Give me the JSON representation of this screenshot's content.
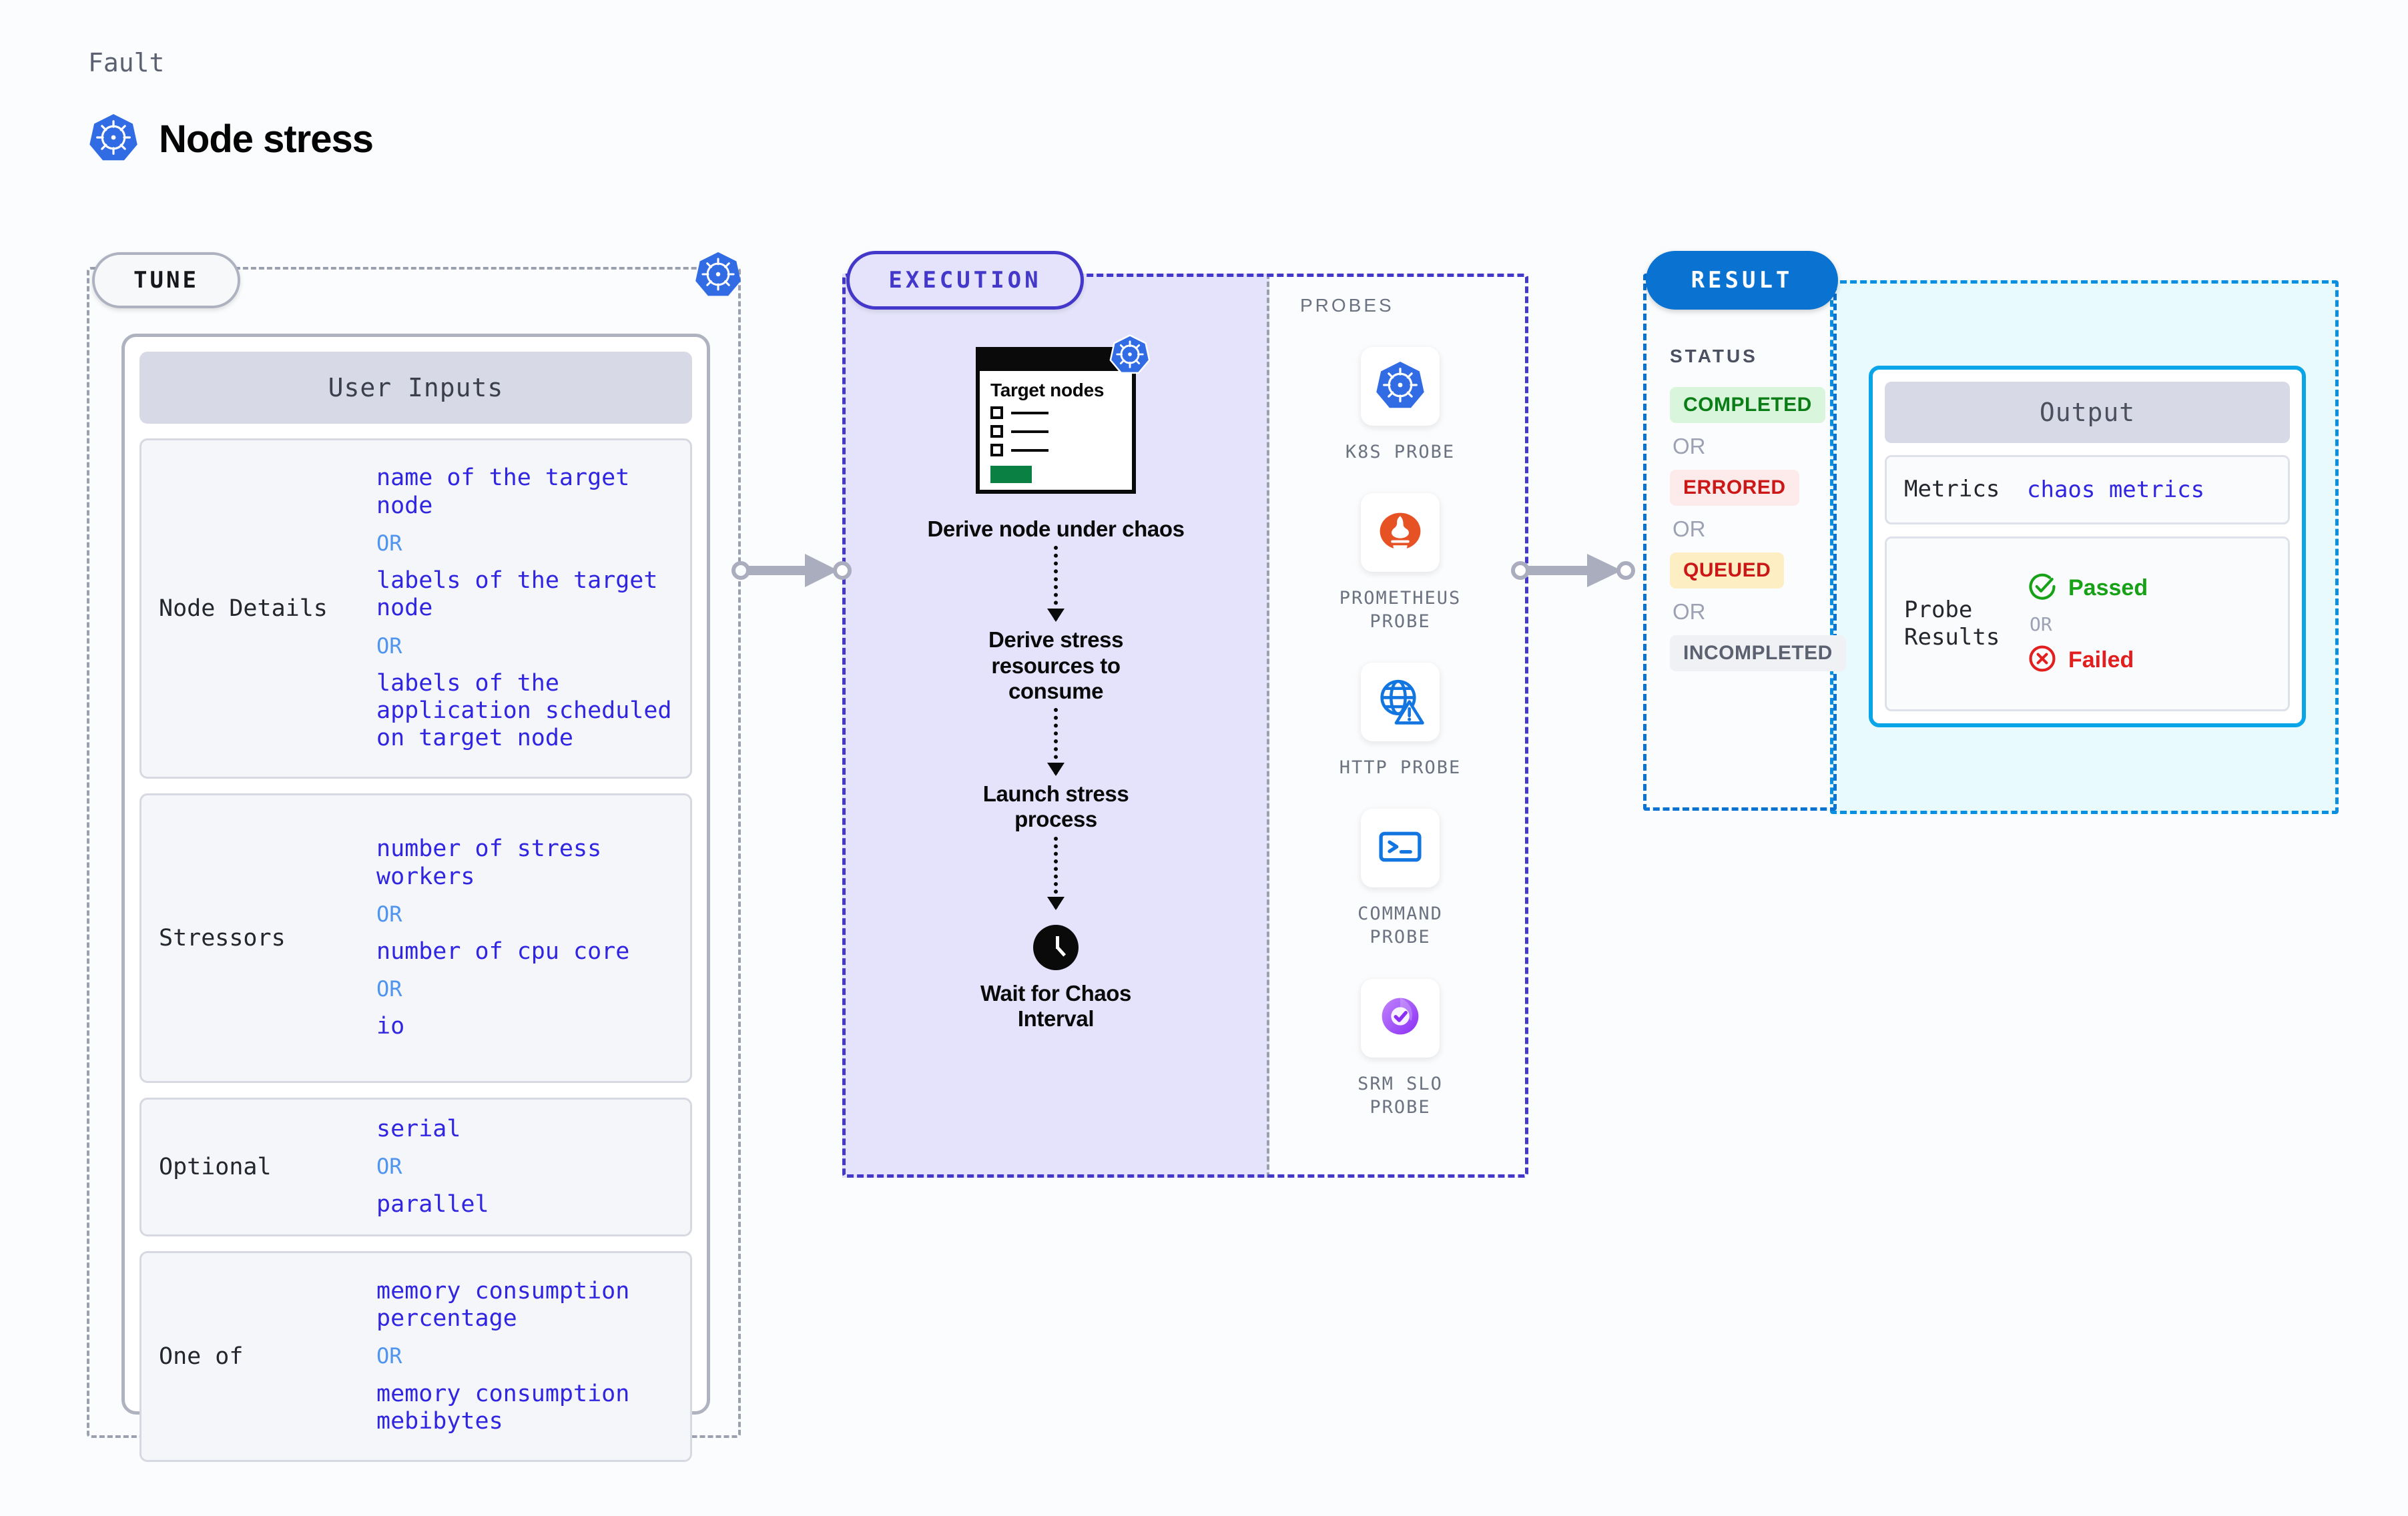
{
  "header": {
    "eyebrow": "Fault",
    "title": "Node stress",
    "icon": "kubernetes-icon"
  },
  "tune": {
    "pill_label": "TUNE",
    "badge_icon": "kubernetes-icon",
    "card_title": "User Inputs",
    "groups": [
      {
        "label": "Node Details",
        "items": [
          {
            "type": "value",
            "text": "name of the target node"
          },
          {
            "type": "or",
            "text": "OR"
          },
          {
            "type": "value",
            "text": "labels of the target node"
          },
          {
            "type": "or",
            "text": "OR"
          },
          {
            "type": "value",
            "text": "labels of the application scheduled on target node"
          }
        ]
      },
      {
        "label": "Stressors",
        "items": [
          {
            "type": "value",
            "text": "number of stress workers"
          },
          {
            "type": "or",
            "text": "OR"
          },
          {
            "type": "value",
            "text": "number of cpu core"
          },
          {
            "type": "or",
            "text": "OR"
          },
          {
            "type": "value",
            "text": "io"
          }
        ]
      },
      {
        "label": "Optional",
        "items": [
          {
            "type": "value",
            "text": "serial"
          },
          {
            "type": "or",
            "text": "OR"
          },
          {
            "type": "value",
            "text": "parallel"
          }
        ]
      },
      {
        "label": "One of",
        "items": [
          {
            "type": "value",
            "text": "memory consumption percentage"
          },
          {
            "type": "or",
            "text": "OR"
          },
          {
            "type": "value",
            "text": "memory consumption mebibytes"
          }
        ]
      }
    ]
  },
  "execution": {
    "pill_label": "EXECUTION",
    "card": {
      "title": "Target nodes",
      "badge_icon": "kubernetes-icon",
      "checkbox_rows": 3
    },
    "steps": [
      "Derive node under chaos",
      "Derive stress resources to consume",
      "Launch stress process",
      "Wait for Chaos Interval"
    ],
    "wait_icon": "clock-icon"
  },
  "probes": {
    "title": "PROBES",
    "items": [
      {
        "label": "K8S PROBE",
        "icon": "kubernetes-icon"
      },
      {
        "label": "PROMETHEUS PROBE",
        "icon": "prometheus-icon"
      },
      {
        "label": "HTTP PROBE",
        "icon": "globe-warning-icon"
      },
      {
        "label": "COMMAND PROBE",
        "icon": "terminal-icon"
      },
      {
        "label": "SRM SLO PROBE",
        "icon": "srm-slo-icon"
      }
    ]
  },
  "result": {
    "pill_label": "RESULT",
    "status_title": "STATUS",
    "or_label": "OR",
    "statuses": [
      {
        "label": "COMPLETED",
        "color": "#0a7d16",
        "bg": "#d9f5dc"
      },
      {
        "label": "ERRORED",
        "color": "#cc1717",
        "bg": "#fde9e9"
      },
      {
        "label": "QUEUED",
        "color": "#cc1717",
        "bg": "#fdeec4"
      },
      {
        "label": "INCOMPLETED",
        "color": "#5b6170",
        "bg": "#f0f1f5"
      }
    ],
    "output": {
      "title": "Output",
      "rows": [
        {
          "label": "Metrics",
          "value": "chaos metrics"
        },
        {
          "label": "Probe Results"
        }
      ],
      "probe_results": {
        "passed": {
          "text": "Passed",
          "icon": "check-circle-icon",
          "color": "#16a116"
        },
        "or_label": "OR",
        "failed": {
          "text": "Failed",
          "icon": "x-circle-icon",
          "color": "#e31e1e"
        }
      }
    }
  },
  "colors": {
    "tune_border": "#9ba0ae",
    "execution_accent": "#4338ca",
    "result_accent": "#0a72d0",
    "value_text": "#3025e0",
    "or_text": "#4f94ef"
  }
}
